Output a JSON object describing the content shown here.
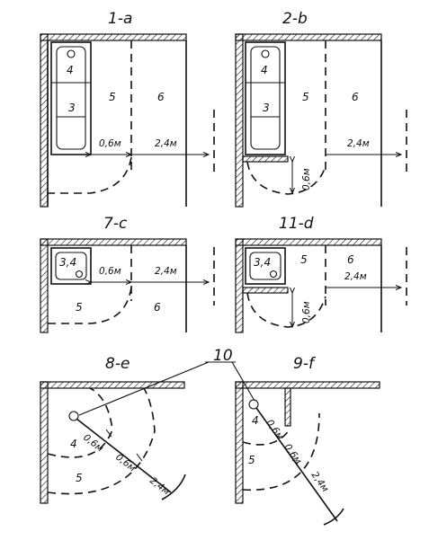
{
  "titles": {
    "p1": "1-a",
    "p2": "2-b",
    "p3": "7-c",
    "p4": "11-d",
    "p5": "8-e",
    "p6": "9-f"
  },
  "callout": "10",
  "zones": {
    "z3": "3",
    "z4": "4",
    "z5": "5",
    "z6": "6",
    "z34": "3,4"
  },
  "dims": {
    "d06": "0,6м",
    "d24": "2,4м"
  }
}
